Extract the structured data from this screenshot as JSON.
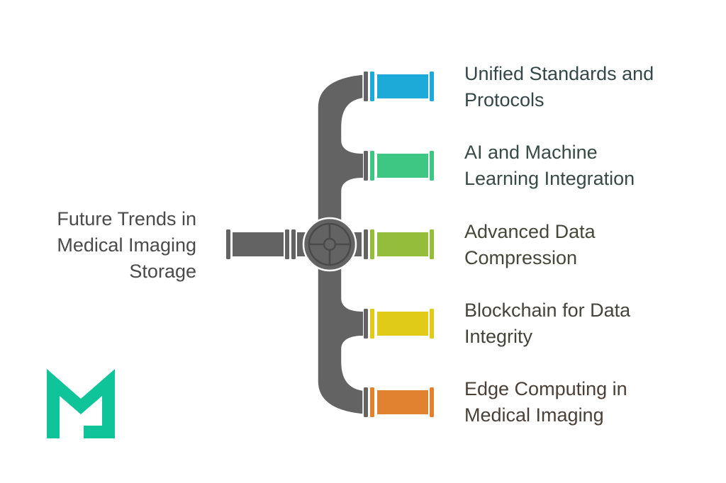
{
  "title": "Future Trends in Medical Imaging Storage",
  "root": {
    "lines": [
      "Future Trends in",
      "Medical Imaging",
      "Storage"
    ],
    "color": "#4a4a4a"
  },
  "pipe_color": "#636363",
  "branches": [
    {
      "lines": [
        "Unified Standards and",
        "Protocols"
      ],
      "color": "#1eaad8",
      "text_color": "#34484a"
    },
    {
      "lines": [
        "AI and Machine",
        "Learning Integration"
      ],
      "color": "#3ec683",
      "text_color": "#374a45"
    },
    {
      "lines": [
        "Advanced Data",
        "Compression"
      ],
      "color": "#93bd3a",
      "text_color": "#44473a"
    },
    {
      "lines": [
        "Blockchain for Data",
        "Integrity"
      ],
      "color": "#e0cb18",
      "text_color": "#45443a"
    },
    {
      "lines": [
        "Edge Computing in",
        "Medical Imaging"
      ],
      "color": "#e08230",
      "text_color": "#4a4038"
    }
  ],
  "logo": {
    "name": "M-logo",
    "color": "#10c49a"
  }
}
